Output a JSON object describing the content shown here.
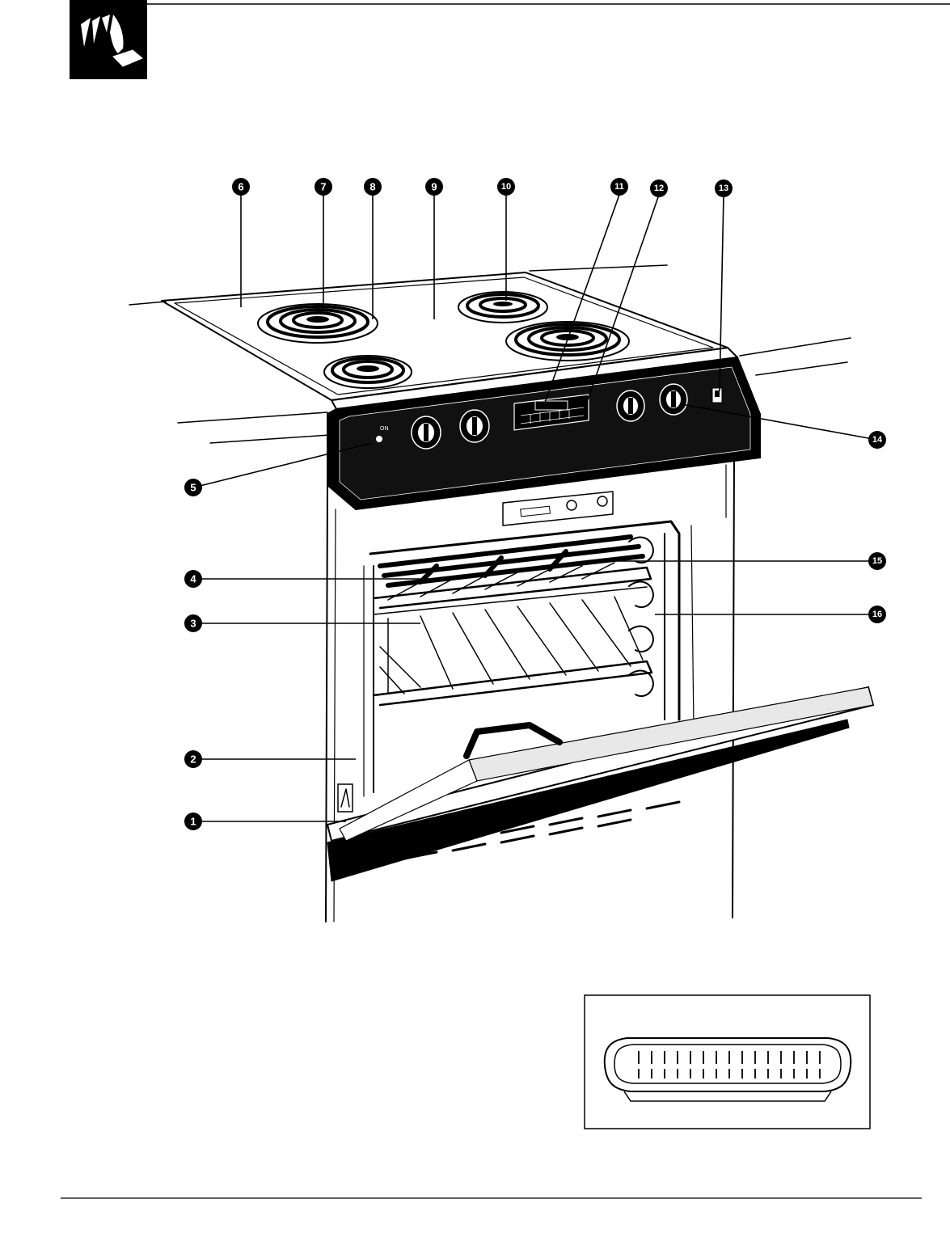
{
  "header": {
    "icon": "hand-pressing-button-icon"
  },
  "figure": {
    "subject": "range-oven",
    "callouts": [
      {
        "number": "1",
        "part": "oven-door"
      },
      {
        "number": "2",
        "part": "oven-interior-side"
      },
      {
        "number": "3",
        "part": "oven-rack-lower"
      },
      {
        "number": "4",
        "part": "oven-rack-upper"
      },
      {
        "number": "5",
        "part": "indicator-light"
      },
      {
        "number": "6",
        "part": "cooktop"
      },
      {
        "number": "7",
        "part": "surface-unit-left-rear"
      },
      {
        "number": "8",
        "part": "drip-pan"
      },
      {
        "number": "9",
        "part": "cooktop-surface"
      },
      {
        "number": "10",
        "part": "surface-unit-right-rear"
      },
      {
        "number": "11",
        "part": "clock-display"
      },
      {
        "number": "12",
        "part": "control-pads"
      },
      {
        "number": "13",
        "part": "oven-light-switch"
      },
      {
        "number": "14",
        "part": "surface-unit-control-knob"
      },
      {
        "number": "15",
        "part": "broil-element"
      },
      {
        "number": "16",
        "part": "rack-supports"
      }
    ]
  },
  "inset": {
    "subject": "broiler-pan-and-grid"
  }
}
